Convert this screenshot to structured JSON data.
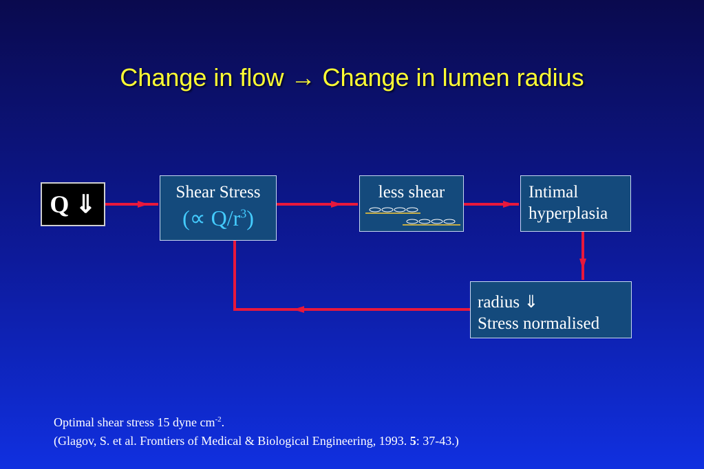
{
  "title": "Change in flow → Change in lumen radius",
  "nodes": {
    "q": "Q ⇓",
    "shear_stress": {
      "label": "Shear Stress",
      "formula_open": "(∝ Q/r",
      "formula_exp": "3",
      "formula_close": ")"
    },
    "less_shear": "less shear",
    "intimal": {
      "line1": "Intimal",
      "line2": "hyperplasia"
    },
    "radius": {
      "line1": "radius ⇓",
      "line2": "Stress normalised"
    }
  },
  "footnote": {
    "line1_main": "Optimal shear stress 15 dyne cm",
    "line1_exp": "-2",
    "line1_end": ".",
    "line2_start": "(Glagov, S. et al. Frontiers of Medical & Biological Engineering, 1993. ",
    "line2_bold": "5",
    "line2_end": ": 37-43.)"
  },
  "colors": {
    "title": "#ffff33",
    "arrow": "#e8183c",
    "box_fill": "#144a7c",
    "formula": "#44ccff"
  }
}
